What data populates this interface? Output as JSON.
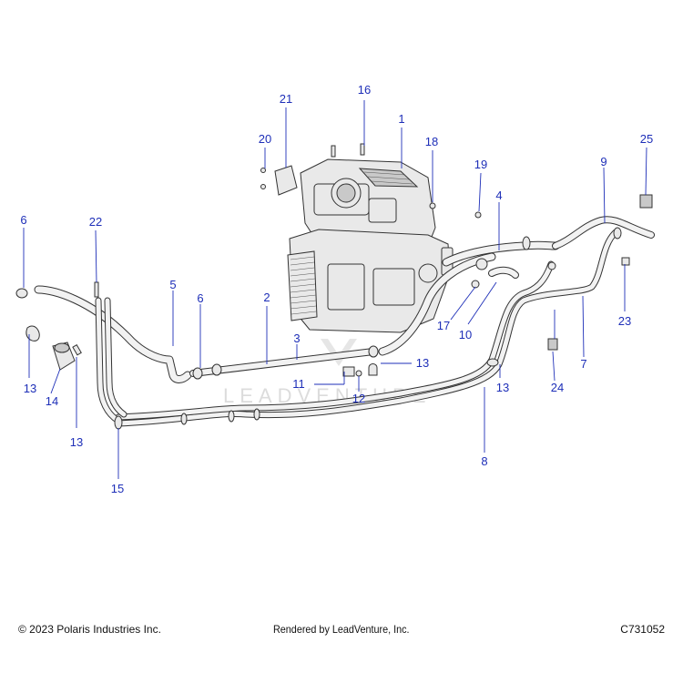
{
  "watermark": "LEADVENTURE",
  "footer": {
    "copyright": "© 2023 Polaris Industries Inc.",
    "rendered_by": "Rendered by LeadVenture, Inc.",
    "diagram_code": "C731052"
  },
  "callouts": {
    "c1": "1",
    "c2": "2",
    "c3": "3",
    "c4": "4",
    "c5": "5",
    "c6a": "6",
    "c6b": "6",
    "c7": "7",
    "c8": "8",
    "c9": "9",
    "c10": "10",
    "c11": "11",
    "c12": "12",
    "c13a": "13",
    "c13b": "13",
    "c13c": "13",
    "c13d": "13",
    "c14": "14",
    "c15": "15",
    "c16": "16",
    "c17": "17",
    "c18": "18",
    "c19": "19",
    "c20": "20",
    "c21": "21",
    "c22": "22",
    "c23": "23",
    "c24": "24",
    "c25": "25"
  },
  "colors": {
    "callout": "#1e2fb8",
    "line_art": "#333333"
  }
}
